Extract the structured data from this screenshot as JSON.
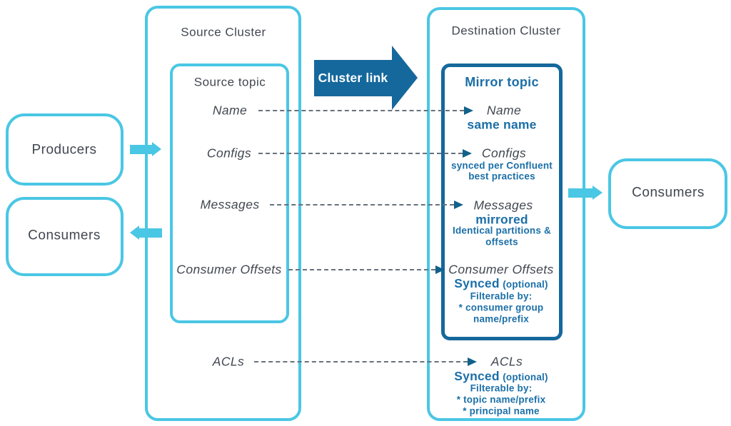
{
  "colors": {
    "cyan": "#4ac7e4",
    "navy": "#15689c",
    "blue": "#1b6fa8",
    "ink": "#414750",
    "dash": "#66727c",
    "ahead": "#11618b"
  },
  "actors": {
    "producers": "Producers",
    "consumers_left": "Consumers",
    "consumers_right": "Consumers"
  },
  "cluster_link": {
    "label": "Cluster link"
  },
  "source_cluster": {
    "title": "Source Cluster",
    "topic_title": "Source topic",
    "name_label": "Name",
    "configs_label": "Configs",
    "messages_label": "Messages",
    "offsets_label": "Consumer Offsets",
    "acls_label": "ACLs"
  },
  "destination_cluster": {
    "title": "Destination Cluster",
    "topic_title": "Mirror topic",
    "name_row": {
      "label": "Name",
      "note": "same name"
    },
    "configs_row": {
      "label": "Configs",
      "note_line1": "synced per Confluent",
      "note_line2": "best practices"
    },
    "messages_row": {
      "label": "Messages",
      "note": "mirrored",
      "detail_line1": "Identical partitions &",
      "detail_line2": "offsets"
    },
    "offsets_row": {
      "label": "Consumer Offsets",
      "synced": "Synced",
      "optional": "(optional)",
      "filterable": "Filterable by:",
      "filter_line1": "* consumer group",
      "filter_line2": "name/prefix"
    },
    "acls_row": {
      "label": "ACLs",
      "synced": "Synced",
      "optional": "(optional)",
      "filterable": "Filterable by:",
      "filter_line1": "* topic name/prefix",
      "filter_line2": "* principal name"
    }
  }
}
